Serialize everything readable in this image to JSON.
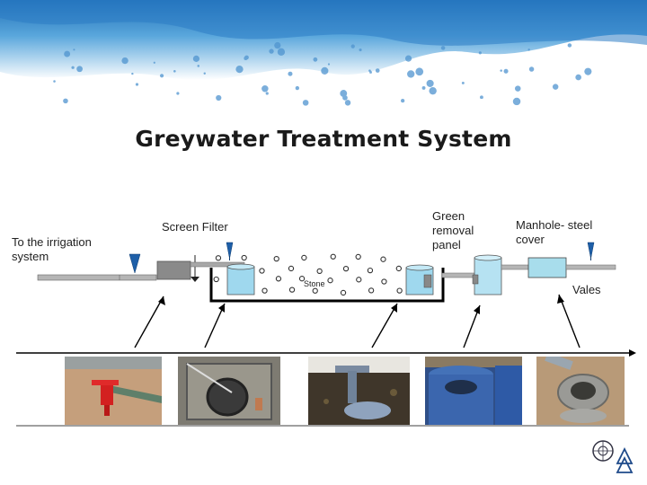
{
  "title": "Greywater Treatment System",
  "labels": {
    "irrigation": "To the irrigation system",
    "screen_filter": "Screen Filter",
    "green_removal": "Green removal panel",
    "manhole": "Manhole- steel cover",
    "vales": "Vales",
    "stone": "Stone"
  },
  "photos": [
    {
      "name": "irrigation-valve-photo",
      "bg": "#c8a07a",
      "accent": "#d42020"
    },
    {
      "name": "screen-filter-photo",
      "bg": "#7d7a70",
      "accent": "#2a2a2a"
    },
    {
      "name": "pipe-inlet-photo",
      "bg": "#4a3f30",
      "accent": "#6a8ab0"
    },
    {
      "name": "green-removal-barrel-photo",
      "bg": "#3d5f9a",
      "accent": "#2d4d8a"
    },
    {
      "name": "manhole-photo",
      "bg": "#b89a78",
      "accent": "#8a8a88"
    }
  ],
  "colors": {
    "pipe": "#a0a0a0",
    "tank": "#8fd0e8",
    "marker": "#1e5fa8",
    "stone": "#333333"
  }
}
